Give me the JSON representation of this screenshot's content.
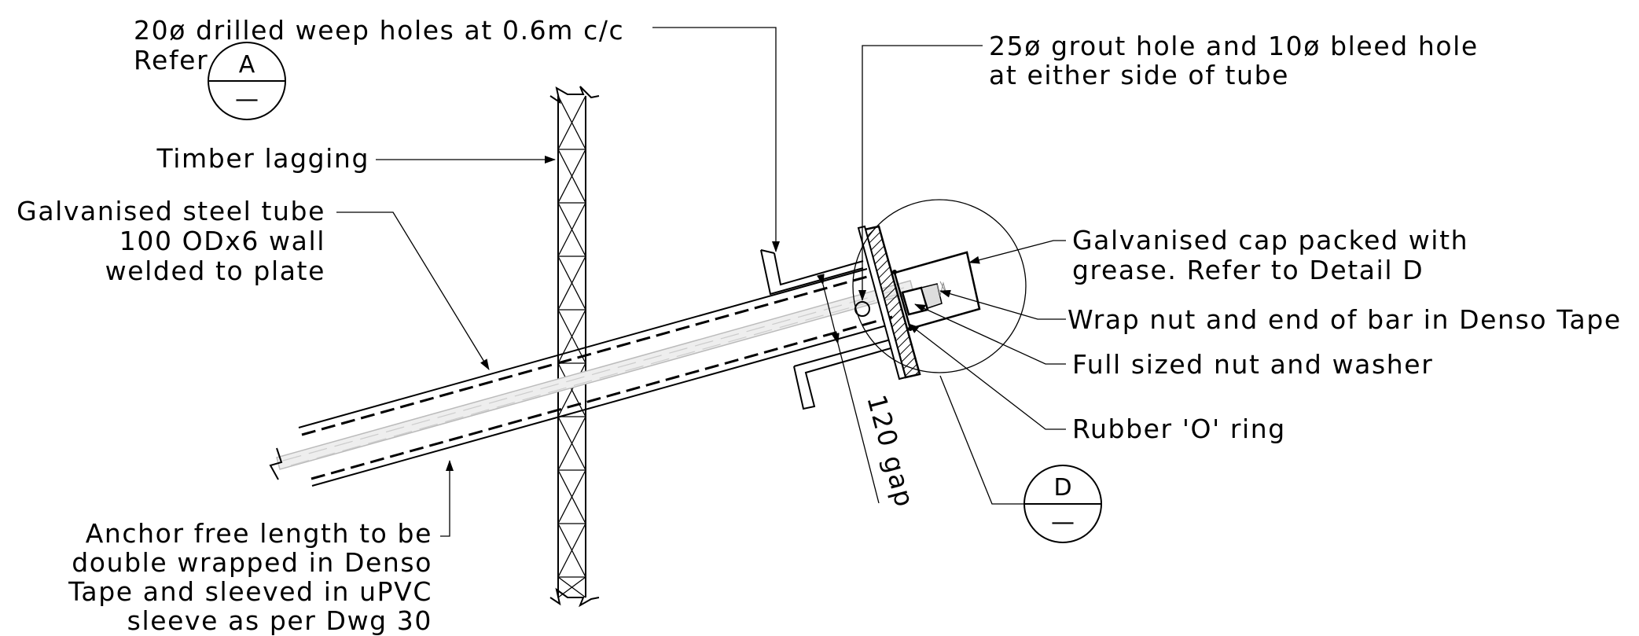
{
  "labels": {
    "weep_line1": "20ø drilled weep holes at 0.6m c/c",
    "weep_line2": "Refer",
    "grout_line1": "25ø grout hole and  10ø bleed hole",
    "grout_line2": "at either side of tube",
    "timber": "Timber lagging",
    "tube_line1": "Galvanised steel tube",
    "tube_line2": "100 ODx6 wall",
    "tube_line3": "welded to plate",
    "cap_line1": "Galvanised cap packed with",
    "cap_line2": "grease. Refer to Detail D",
    "wrap": "Wrap nut and end of bar in Denso Tape",
    "nut": "Full sized nut and washer",
    "ring": "Rubber 'O' ring",
    "gap": "120 gap",
    "anchor_line1": "Anchor free length to be",
    "anchor_line2": "double wrapped in Denso",
    "anchor_line3": "Tape and sleeved in uPVC",
    "anchor_line4": "sleeve as per Dwg 30"
  },
  "bubbles": {
    "a": {
      "top": "A",
      "bottom": "—"
    },
    "d": {
      "top": "D",
      "bottom": "—"
    }
  }
}
